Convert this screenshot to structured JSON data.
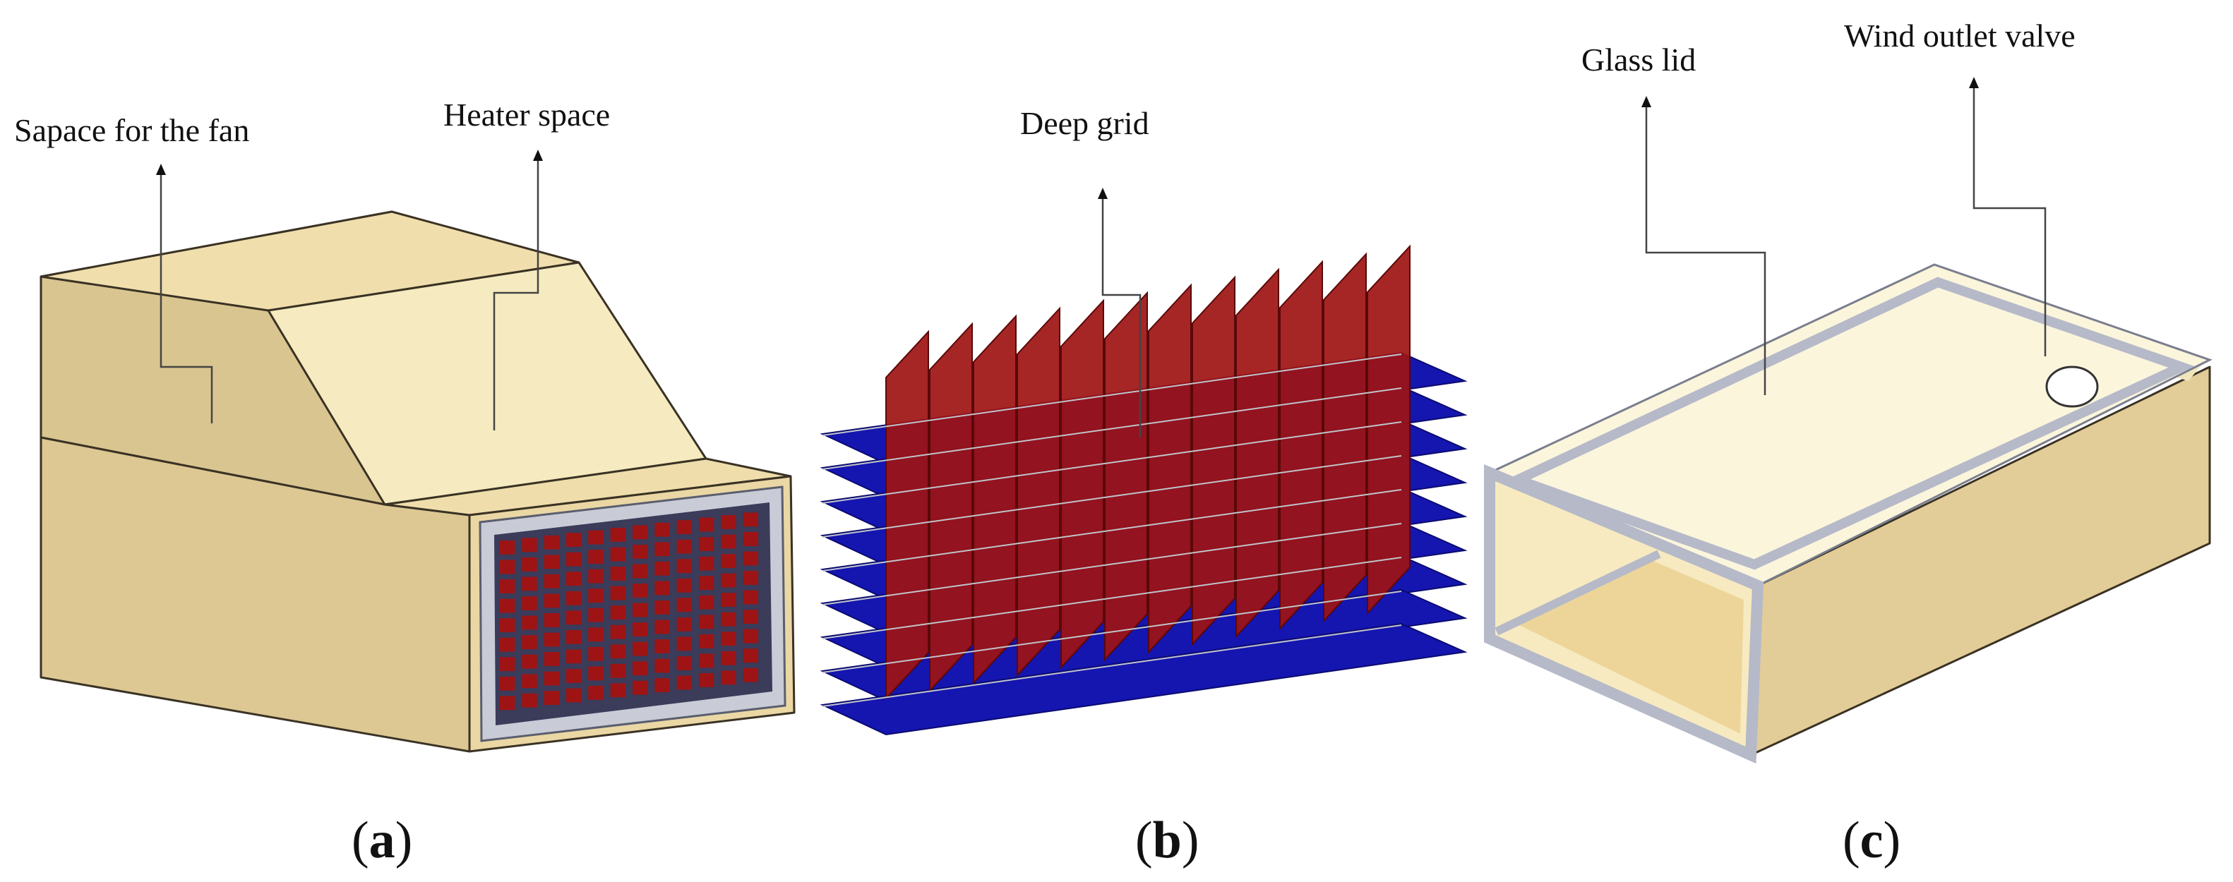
{
  "figure": {
    "panels": [
      {
        "id": "a",
        "caption_letter": "a",
        "labels": [
          "Sapace for the fan",
          "Heater space"
        ]
      },
      {
        "id": "b",
        "caption_letter": "b",
        "labels": [
          "Deep grid"
        ]
      },
      {
        "id": "c",
        "caption_letter": "c",
        "labels": [
          "Glass lid",
          "Wind outlet valve"
        ]
      }
    ]
  },
  "colors": {
    "wood_light": "#f3e6b8",
    "wood_mid": "#e2cf9c",
    "wood_dark": "#d3bf8b",
    "fin_red": "#9e1414",
    "fin_blue": "#1515b0",
    "frame_grey": "#c9ccd6",
    "glass": "#fbf6dc"
  }
}
